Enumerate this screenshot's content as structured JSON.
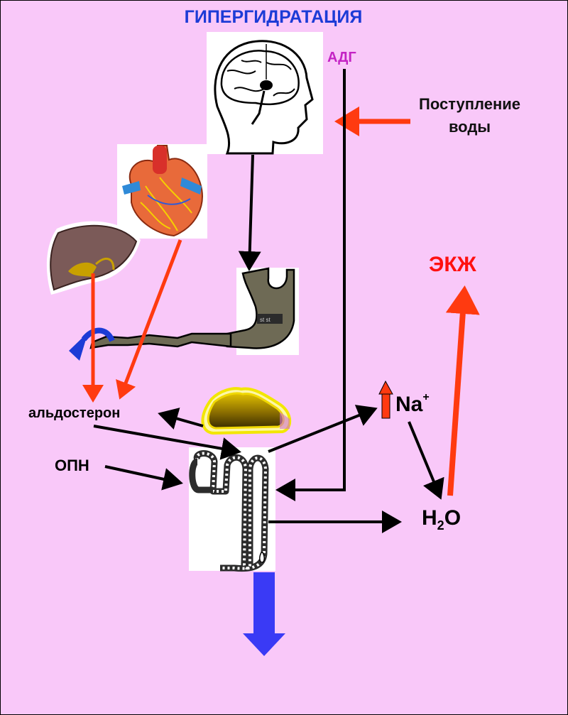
{
  "title": "ГИПЕРГИДРАТАЦИЯ",
  "labels": {
    "adg": "АДГ",
    "water_intake_line1": "Поступление",
    "water_intake_line2": "воды",
    "ekzh": "ЭКЖ",
    "aldosterone": "альдостерон",
    "opn": "ОПН",
    "na_symbol": "Na",
    "na_charge": "+",
    "h2o_h": "H",
    "h2o_sub": "2",
    "h2o_o": "O"
  },
  "icons": [
    "brain-head-icon",
    "heart-icon",
    "liver-icon",
    "stomach-intestine-icon",
    "adrenal-gland-icon",
    "nephron-icon"
  ],
  "colors": {
    "background": "#f9c8f9",
    "title": "#1c3bd6",
    "adg": "#c423c4",
    "red_arrows": "#ff3a10",
    "ekzh": "#ff1010",
    "blue_arrow": "#3a3af5"
  }
}
